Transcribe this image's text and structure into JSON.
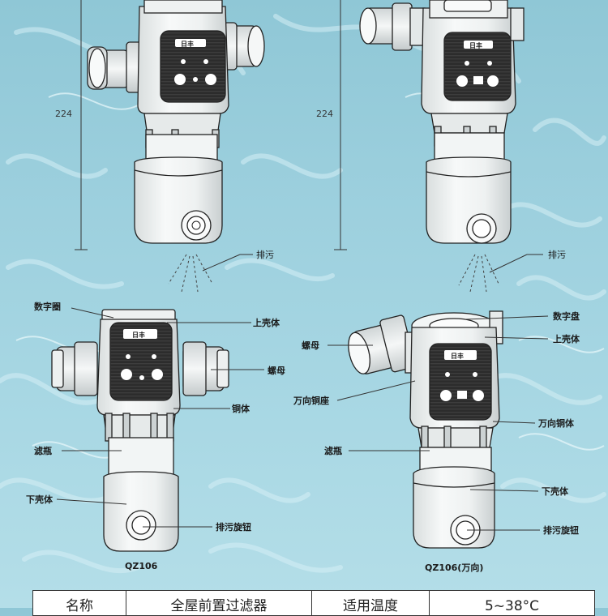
{
  "dimensions": {
    "left_height": "224",
    "right_height": "224"
  },
  "top_labels": {
    "drain_left": "排污",
    "drain_right": "排污"
  },
  "left_model": {
    "caption": "QZ106",
    "labels": {
      "digital_ring": "数字圈",
      "upper_shell": "上壳体",
      "nut": "螺母",
      "copper_body": "铜体",
      "filter_bottle": "滤瓶",
      "lower_shell": "下壳体",
      "drain_knob": "排污旋钮"
    }
  },
  "right_model": {
    "caption": "QZ106(万向)",
    "labels": {
      "digital_disk": "数字盘",
      "upper_shell": "上壳体",
      "nut": "螺母",
      "swivel_seat": "万向铜座",
      "swivel_body": "万向铜体",
      "filter_bottle": "滤瓶",
      "lower_shell": "下壳体",
      "drain_knob": "排污旋钮"
    }
  },
  "brand_logo": "日丰",
  "spec_row": [
    "名称",
    "全屋前置过滤器",
    "适用温度",
    "5~38°C"
  ],
  "colors": {
    "background": "#9fd0dd",
    "body": "#eef1f1",
    "panel": "#2b2b2b",
    "outline": "#222222"
  }
}
